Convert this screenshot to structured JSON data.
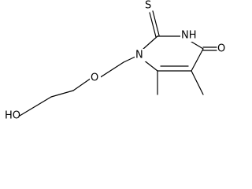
{
  "molecule": {
    "atoms": {
      "ho": "HO",
      "o_ether": "O",
      "n1": "N",
      "s": "S",
      "nh": "NH",
      "o_carbonyl": "O"
    }
  }
}
